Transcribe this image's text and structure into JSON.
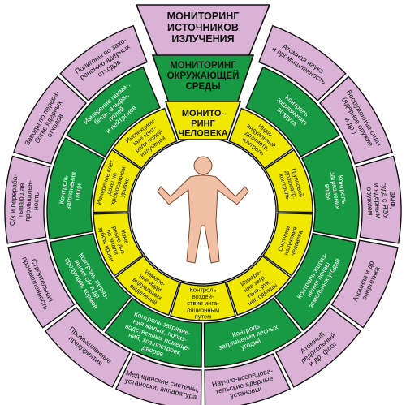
{
  "colors": {
    "outer": "#d9b2d6",
    "middle": "#189a44",
    "inner": "#f0e800",
    "centre": "#ffffff",
    "figure": "#f1bfa4",
    "stroke": "#111111"
  },
  "rings": {
    "outer": {
      "header": [
        "МОНИТОРИНГ",
        "ИСТОЧНИКОВ",
        "ИЗЛУЧЕНИЯ"
      ],
      "segments": [
        {
          "name": "nuclear-science",
          "lines": [
            "Атомная наука",
            "и промышленность"
          ]
        },
        {
          "name": "nuclear-weapons",
          "lines": [
            "Вооруженные силы",
            "(ядерное оружие",
            "и др.)"
          ]
        },
        {
          "name": "navy-nuclear",
          "lines": [
            "ВМФ,",
            "суда с ЯЭУ",
            "и ядерным",
            "оружием"
          ]
        },
        {
          "name": "nuclear-energy",
          "lines": [
            "Атомная и др.",
            "энергетика"
          ]
        },
        {
          "name": "atomic-fleet",
          "lines": [
            "Атомный,",
            "ледокольный",
            "и др. флот"
          ]
        },
        {
          "name": "research-units",
          "lines": [
            "Научно-исследова-",
            "тельские ядерные",
            "установки"
          ]
        },
        {
          "name": "medical-systems",
          "lines": [
            "Медицинские системы,",
            "установки, аппаратура"
          ]
        },
        {
          "name": "industry",
          "lines": [
            "Промышленные",
            "предприятия"
          ]
        },
        {
          "name": "construction",
          "lines": [
            "Строительная",
            "промышленность"
          ]
        },
        {
          "name": "agri-processing",
          "lines": [
            "С/х и перераба-",
            "тывающая",
            "промышлен-",
            "ность"
          ]
        },
        {
          "name": "ore-processing",
          "lines": [
            "Заводы по перера-",
            "ботке ядерных",
            "отходов"
          ]
        },
        {
          "name": "waste-disposal",
          "lines": [
            "Полигоны по захо-",
            "ронению ядерных",
            "отходов"
          ]
        }
      ]
    },
    "middle": {
      "header": [
        "МОНИТОРИНГ",
        "ОКРУЖАЮЩЕЙ",
        "СРЕДЫ"
      ],
      "segments": [
        {
          "name": "air-control",
          "lines": [
            "Контроль",
            "загрязнения",
            "воздуха"
          ]
        },
        {
          "name": "water-control",
          "lines": [
            "Контроль",
            "загрязнения",
            "воды"
          ]
        },
        {
          "name": "soil-control",
          "lines": [
            "Контроль загряз-",
            "нения почвы",
            "земельных угодий"
          ]
        },
        {
          "name": "forest-control",
          "lines": [
            "Контроль",
            "загрязнения лесных",
            "угодий"
          ]
        },
        {
          "name": "housing-control",
          "lines": [
            "Контроль загрязне-",
            "ния жилых, произ-",
            "водственных помеще-",
            "ний, хоз.построек,",
            "дворов"
          ]
        },
        {
          "name": "feed-control",
          "lines": [
            "Контроль загряз-",
            "нения с/х и др.",
            "продукции, кормов"
          ]
        },
        {
          "name": "food-control",
          "lines": [
            "Контроль",
            "загрязнения",
            "пищи"
          ]
        },
        {
          "name": "gamma-beta-control",
          "lines": [
            "Измерение гамма-,",
            "бета-, альфа-,",
            "полей",
            "и нейтронов"
          ]
        }
      ]
    },
    "inner": {
      "header": [
        "МОНИТО-",
        "РИНГ",
        "ЧЕЛОВЕКА"
      ],
      "segments": [
        {
          "name": "personal-dosimetry",
          "lines": [
            "Инди-",
            "видуальный",
            "дозиметр.",
            "контроль"
          ]
        },
        {
          "name": "group-dosimetry",
          "lines": [
            "Групповой",
            "дозиметр.",
            "контроль"
          ]
        },
        {
          "name": "body-counters",
          "lines": [
            "Счетчики",
            "излучения",
            "человека"
          ]
        },
        {
          "name": "clothing-contamination",
          "lines": [
            "Измере-",
            "ние загр.",
            "тела, рук,",
            "ног, одежды"
          ]
        },
        {
          "name": "inhalation-control",
          "lines": [
            "Контроль",
            "воздей-",
            "ствия инга-",
            "ляционным",
            "путем"
          ]
        },
        {
          "name": "individual-release",
          "lines": [
            "Измере-",
            "ние инди-",
            "видуальных",
            "выделений"
          ]
        },
        {
          "name": "dose-teeth-blood",
          "lines": [
            "Изме-",
            "рение доз",
            "по эмали",
            "зубов, крови"
          ]
        },
        {
          "name": "chromosome-level",
          "lines": [
            "Измерение клет.",
            "дозы на",
            "хромосомном",
            "уровне"
          ]
        },
        {
          "name": "inspection-devices",
          "lines": [
            "Инспекцион-",
            "ные конт-",
            "роли полей",
            "излучения"
          ]
        }
      ]
    }
  }
}
